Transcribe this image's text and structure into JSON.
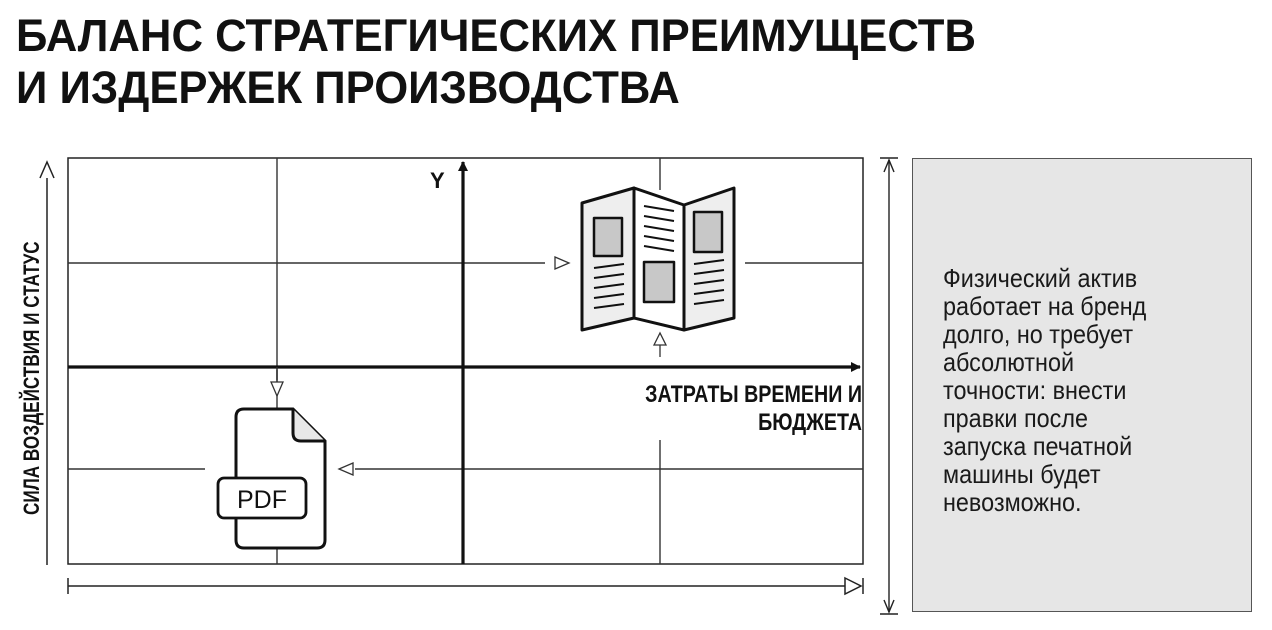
{
  "title": {
    "line1": "БАЛАНС СТРАТЕГИЧЕСКИХ ПРЕИМУЩЕСТВ",
    "line2": "И ИЗДЕРЖЕК ПРОИЗВОДСТВА"
  },
  "axes": {
    "y_axis_label": "Y",
    "x_axis_label_line1": "ЗАТРАТЫ ВРЕМЕНИ И",
    "x_axis_label_line2": "БЮДЖЕТА",
    "side_label": "СИЛА ВОЗДЕЙСТВИЯ И СТАТУС"
  },
  "items": {
    "pdf_icon_label": "PDF",
    "brochure_icon": "trifold-brochure-icon"
  },
  "note": {
    "lines": [
      "Физический актив",
      "работает на бренд",
      "долго, но требует",
      "абсолютной",
      "точности: внести",
      "правки после",
      "запуска печатной",
      "машины будет",
      "невозможно."
    ]
  },
  "colors": {
    "ink": "#111111",
    "panel_fill": "#e6e6e6",
    "icon_fill": "#e8e8e8",
    "picture_fill": "#c8c8c8"
  }
}
